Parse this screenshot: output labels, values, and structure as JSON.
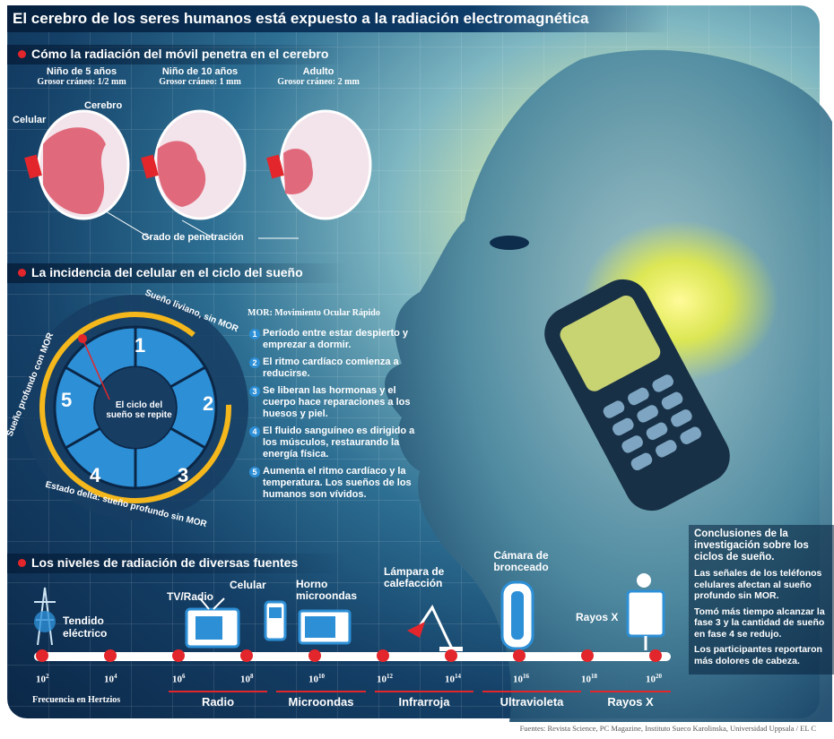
{
  "title": "El cerebro de los seres humanos está expuesto a la radiación electromagnética",
  "section1": {
    "heading": "Cómo la radiación del móvil penetra en el cerebro",
    "heads": [
      {
        "label": "Niño de 5 años",
        "sub": "Grosor cráneo: 1/2 mm"
      },
      {
        "label": "Niño de 10 años",
        "sub": "Grosor cráneo: 1 mm"
      },
      {
        "label": "Adulto",
        "sub": "Grosor cráneo: 2 mm"
      }
    ],
    "label_celular": "Celular",
    "label_cerebro": "Cerebro",
    "label_penetracion": "Grado de penetración"
  },
  "section2": {
    "heading": "La incidencia del celular en el ciclo del sueño",
    "mor_note": "MOR: Movimiento Ocular Rápido",
    "ring_top": "Sueño liviano, sin MOR",
    "ring_left": "Sueño profundo con MOR",
    "ring_bottom": "Estado delta: sueño profundo sin MOR",
    "center": "El ciclo del sueño se repite",
    "phases": [
      "1",
      "2",
      "3",
      "4",
      "5"
    ],
    "steps": [
      {
        "n": "1",
        "text": "Período entre estar despierto y emprezar a dormir."
      },
      {
        "n": "2",
        "text": "El ritmo cardíaco comienza a reducirse."
      },
      {
        "n": "3",
        "text": "Se liberan las hormonas y el cuerpo hace reparaciones a los huesos y piel."
      },
      {
        "n": "4",
        "text": "El fluido sanguíneo es dirigido a los músculos, restaurando la energía física."
      },
      {
        "n": "5",
        "text": "Aumenta el ritmo cardíaco y la temperatura. Los sueños de los humanos son vívidos."
      }
    ]
  },
  "section3": {
    "heading": "Los niveles de radiación de diversas fuentes",
    "sources": [
      "Tendido eléctrico",
      "TV/Radio",
      "Celular",
      "Horno microondas",
      "Lámpara de calefacción",
      "Cámara de bronceado",
      "Rayos X"
    ],
    "freq_caption": "Frecuencia en Hertzios",
    "freq_exponents": [
      "2",
      "4",
      "6",
      "8",
      "10",
      "12",
      "14",
      "16",
      "18",
      "20"
    ],
    "bands": [
      "Radio",
      "Microondas",
      "Infrarroja",
      "Ultravioleta",
      "Rayos X"
    ]
  },
  "conclusions": {
    "heading": "Conclusiones de la investigación sobre los ciclos de sueño.",
    "items": [
      "Las señales de los teléfonos celulares afectan al sueño profundo sin MOR.",
      "Tomó más tiempo alcanzar la fase 3 y la cantidad de sueño en fase 4 se redujo.",
      "Los participantes reportaron más dolores de cabeza."
    ]
  },
  "sources_line": "Fuentes: Revista Science, PC Magazine, Instituto Sueco Karolinska, Universidad Uppsala / EL C",
  "colors": {
    "accent": "#e2262b",
    "navy": "#0b2747",
    "ring": "#2d8fd6",
    "arrow": "#f5b81c"
  }
}
